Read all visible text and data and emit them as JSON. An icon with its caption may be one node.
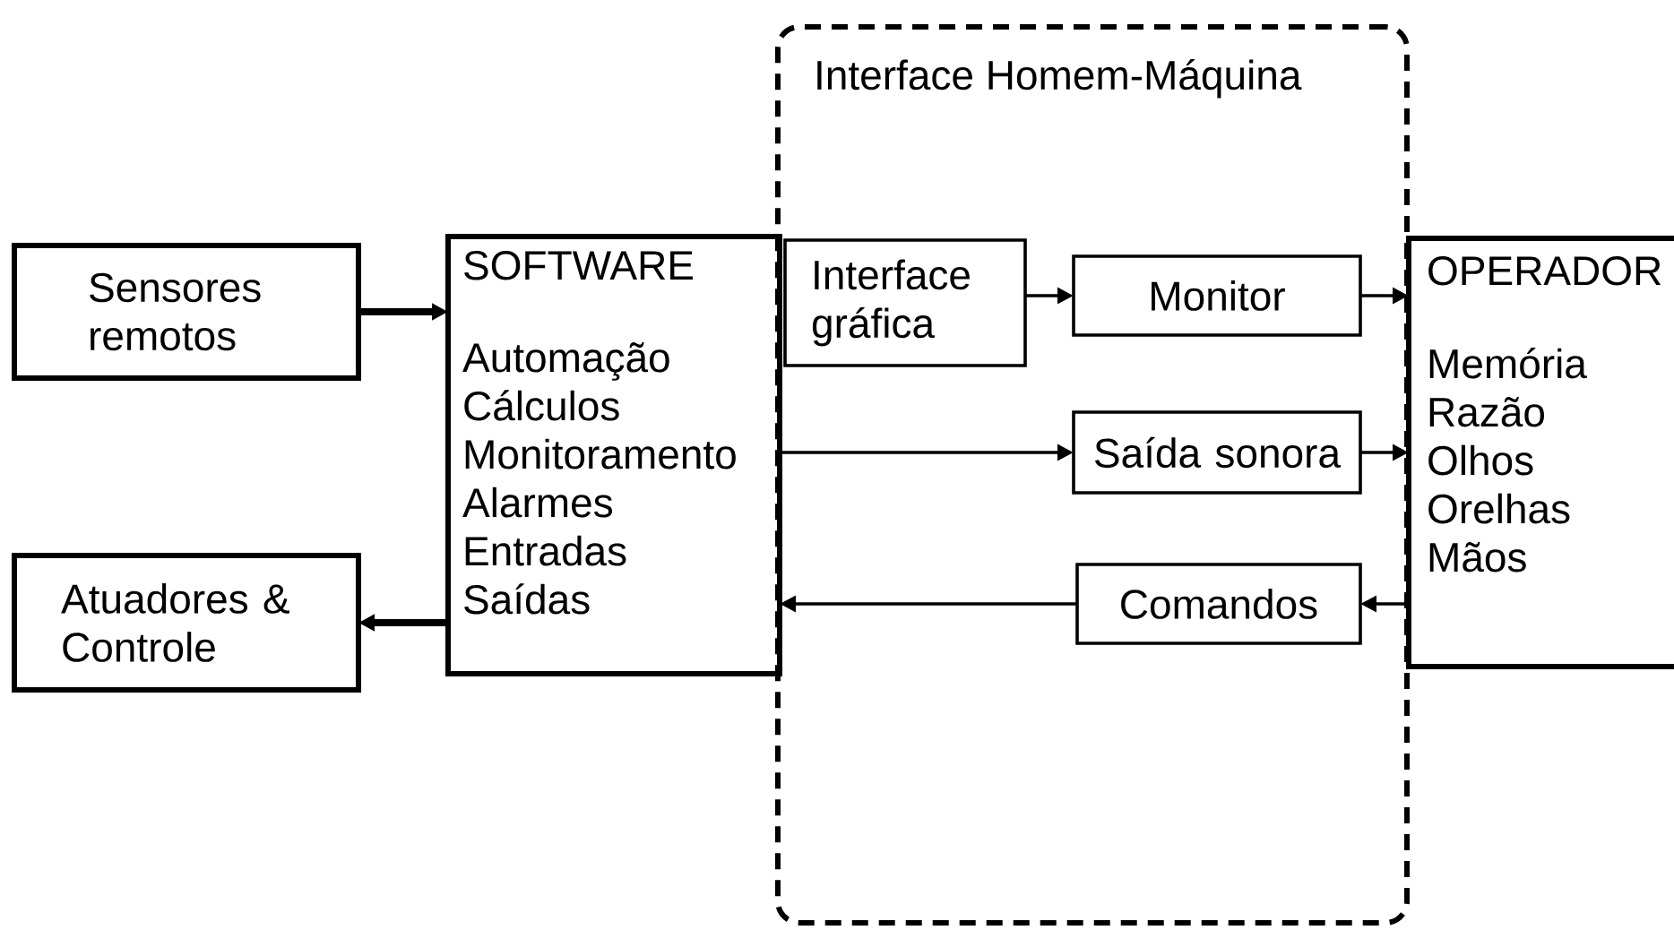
{
  "diagram": {
    "nodes": [
      {
        "text": [
          "Sensores remotos"
        ]
      },
      {
        "text": [
          "Atuadores & Controle"
        ]
      },
      {
        "text": [
          "SOFTWARE",
          "Automação Cálculos Monitoramento Alarmes Entradas Saídas"
        ]
      },
      {
        "text": [
          "Interface Homem-Máquina"
        ]
      },
      {
        "text": [
          "Interface gráfica"
        ],
        "in": 3
      },
      {
        "text": [
          "Monitor"
        ],
        "in": 3
      },
      {
        "text": [
          "Saída sonora"
        ],
        "in": 3
      },
      {
        "text": [
          "Comandos"
        ],
        "in": 3
      },
      {
        "text": [
          "OPERADOR",
          "Memória Razão Olhos Orelhas Mãos"
        ]
      }
    ],
    "edges": [
      {
        "from": 0,
        "to": 2,
        "arrow": "to",
        "style": "thick"
      },
      {
        "from": 2,
        "to": 1,
        "arrow": "to",
        "style": "thick"
      },
      {
        "from": 4,
        "to": 5,
        "arrow": "to"
      },
      {
        "from": 5,
        "to": 8,
        "arrow": "to"
      },
      {
        "from": 2,
        "to": 6,
        "arrow": "to"
      },
      {
        "from": 6,
        "to": 8,
        "arrow": "to"
      },
      {
        "from": 8,
        "to": 7,
        "arrow": "to"
      },
      {
        "from": 7,
        "to": 2,
        "arrow": "to"
      }
    ]
  }
}
